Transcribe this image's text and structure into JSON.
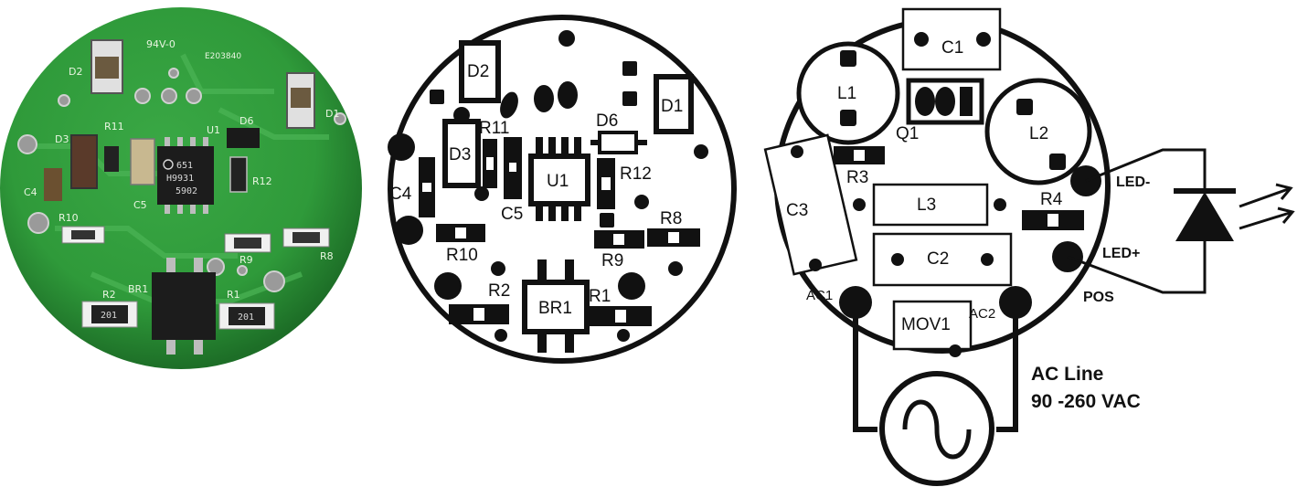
{
  "photo": {
    "board_markings": {
      "cert": "94V-0",
      "ul_file": "E203840"
    },
    "silk_labels": {
      "d2": "D2",
      "d1": "D1",
      "d3": "D3",
      "d6": "D6",
      "r11": "R11",
      "u1": "U1",
      "c4": "C4",
      "c5": "C5",
      "r12": "R12",
      "r10": "R10",
      "r9": "R9",
      "r8": "R8",
      "r2": "R2",
      "br1": "BR1",
      "r1": "R1"
    },
    "chip_marking": {
      "line1": "651",
      "line2": "H9931",
      "line3": "5902"
    },
    "resistor_codes": {
      "r2": "201",
      "r1": "201"
    }
  },
  "layout_diagram": {
    "labels": {
      "d2": "D2",
      "d1": "D1",
      "d6": "D6",
      "r11": "R11",
      "d3": "D3",
      "u1": "U1",
      "r12": "R12",
      "c4": "C4",
      "c5": "C5",
      "r8": "R8",
      "r10": "R10",
      "r9": "R9",
      "r2": "R2",
      "br1": "BR1",
      "r1": "R1"
    }
  },
  "wiring_diagram": {
    "labels": {
      "c1": "C1",
      "l1": "L1",
      "q1": "Q1",
      "l2": "L2",
      "r3": "R3",
      "c3": "C3",
      "l3": "L3",
      "r4": "R4",
      "c2": "C2",
      "ac1": "AC1",
      "mov1": "MOV1",
      "ac2": "AC2"
    },
    "terminals": {
      "led_minus": "LED-",
      "led_plus": "LED+",
      "pos": "POS"
    },
    "source": {
      "line1": "AC Line",
      "line2": "90 -260 VAC"
    }
  },
  "colors": {
    "pcb_green": "#2f9a3a",
    "pcb_dark": "#1f7a2a",
    "ink": "#111111"
  }
}
